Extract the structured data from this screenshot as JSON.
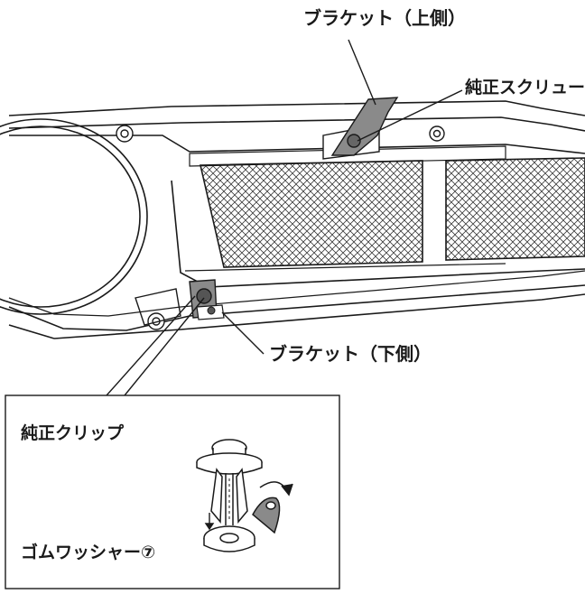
{
  "labels": {
    "bracket_upper": "ブラケット（上側）",
    "genuine_screw": "純正スクリュー",
    "bracket_lower": "ブラケット（下側）",
    "genuine_clip": "純正クリップ",
    "rubber_washer": "ゴムワッシャー⑦"
  },
  "colors": {
    "line": "#1a1a1a",
    "bracket_fill": "#8a8a8a",
    "panel_fill": "#ffffff",
    "mesh": "#333333"
  }
}
